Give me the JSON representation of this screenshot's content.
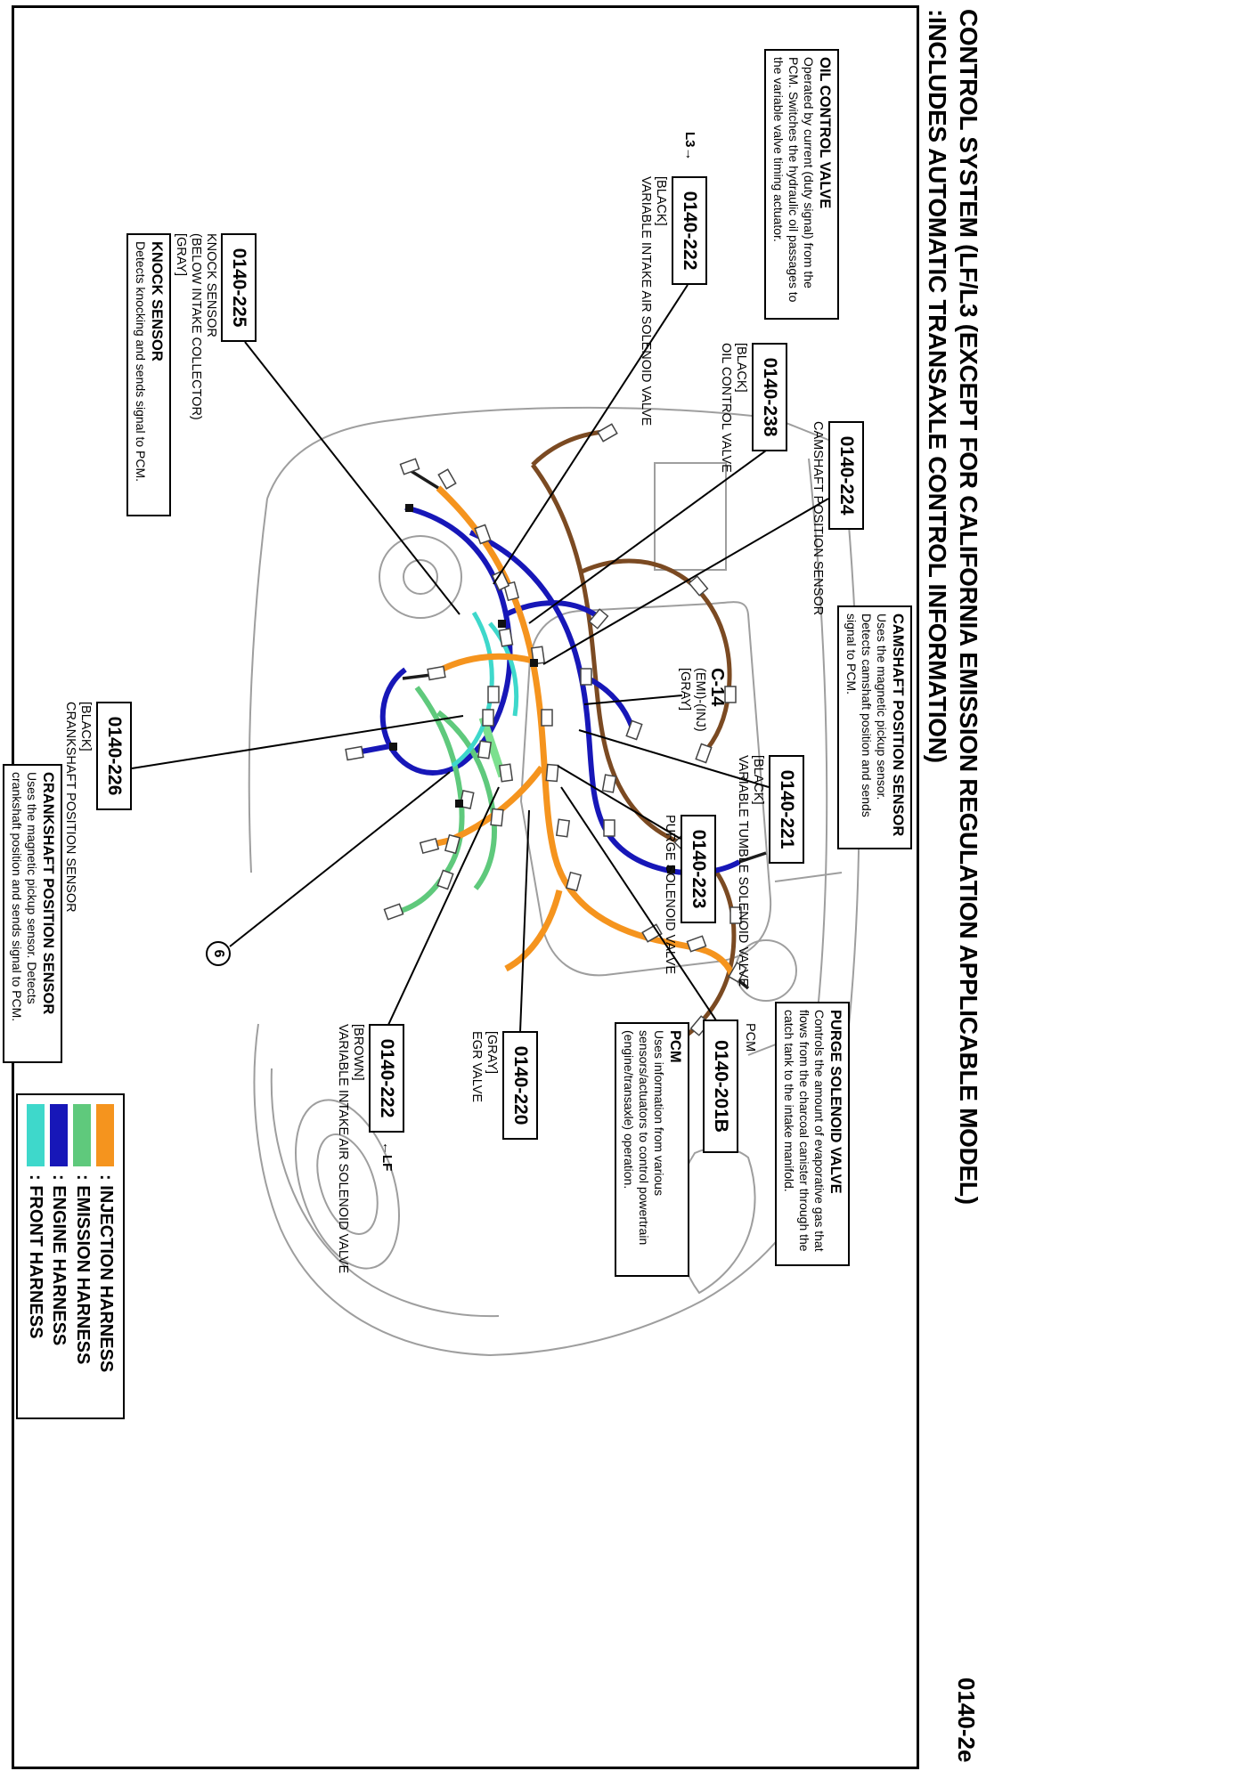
{
  "page": {
    "title_line1": "CONTROL SYSTEM (LF/L3 (EXCEPT FOR CALIFORNIA EMISSION REGULATION APPLICABLE MODEL)",
    "title_line2": ":INCLUDES AUTOMATIC TRANSAXLE CONTROL INFORMATION)",
    "page_code": "0140-2e"
  },
  "legend": {
    "items": [
      {
        "label": ": INJECTION HARNESS",
        "color": "#f5941e"
      },
      {
        "label": ": EMISSION HARNESS",
        "color": "#5fc97c"
      },
      {
        "label": ": ENGINE HARNESS",
        "color": "#1717b8"
      },
      {
        "label": ": FRONT HARNESS",
        "color": "#3ed8cb"
      }
    ]
  },
  "markers": {
    "l3": "L3→",
    "lf": "←LF",
    "circle_6": "6",
    "c14": {
      "code": "C-14",
      "note": "(EMI)-(INJ)",
      "color": "[GRAY]"
    }
  },
  "refs": {
    "knock_sensor": {
      "number": "0140-225",
      "lines": [
        "KNOCK SENSOR",
        "(BELOW INTAKE COLLECTOR)",
        "[GRAY]"
      ]
    },
    "variable_intake_air_solenoid_valve_l3": {
      "number": "0140-222",
      "lines": [
        "[BLACK]",
        "VARIABLE INTAKE AIR SOLENOID VALVE"
      ]
    },
    "oil_control_valve": {
      "number": "0140-238",
      "lines": [
        "[BLACK]",
        "OIL CONTROL VALVE"
      ]
    },
    "camshaft_position_sensor": {
      "number": "0140-224",
      "lines": [
        "CAMSHAFT POSITION SENSOR"
      ]
    },
    "variable_tumble_solenoid_valve": {
      "number": "0140-221",
      "lines": [
        "[BLACK]",
        "VARIABLE TUMBLE SOLENOID VALVE"
      ]
    },
    "purge_solenoid_valve": {
      "number": "0140-223",
      "lines": [
        "PURGE SOLENOID VALVE"
      ]
    },
    "pcm": {
      "number": "0140-201B",
      "lines": [
        "PCM"
      ]
    },
    "egr_valve": {
      "number": "0140-220",
      "lines": [
        "[GRAY]",
        "EGR VALVE"
      ]
    },
    "variable_intake_air_solenoid_valve_lf": {
      "number": "0140-222",
      "lines": [
        "[BROWN]",
        "VARIABLE INTAKE AIR SOLENOID VALVE"
      ]
    },
    "crankshaft_position_sensor": {
      "number": "0140-226",
      "lines": [
        "[BLACK]",
        "CRANKSHAFT POSITION SENSOR"
      ]
    }
  },
  "info_boxes": {
    "oil_control_valve": {
      "title": "OIL CONTROL VALVE",
      "body": "Operated by current (duty signal) from the PCM. Switches the hydraulic oil passages to the variable valve timing actuator."
    },
    "camshaft_position_sensor": {
      "title": "CAMSHAFT POSITION SENSOR",
      "body": "Uses the magnetic pickup sensor. Detects camshaft position and sends signal to PCM."
    },
    "purge_solenoid_valve": {
      "title": "PURGE SOLENOID VALVE",
      "body": "Controls the amount of evaporative gas that flows from the charcoal canister through the catch tank to the intake manifold."
    },
    "pcm": {
      "title": "PCM",
      "body": "Uses information from various sensors/actuators to control powertrain (engine/transaxle) operation."
    },
    "knock_sensor": {
      "title": "KNOCK SENSOR",
      "body": "Detects knocking and sends signal to PCM."
    },
    "crankshaft_position_sensor": {
      "title": "CRANKSHAFT POSITION SENSOR",
      "body": "Uses the magnetic pickup sensor. Detects crankshaft position and sends signal to PCM."
    }
  }
}
